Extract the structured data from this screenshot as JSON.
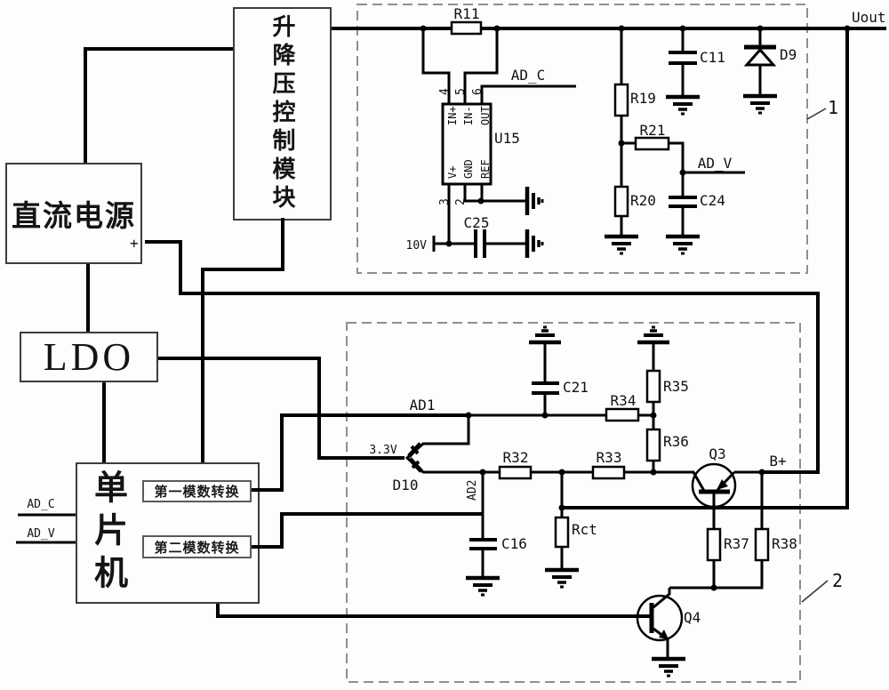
{
  "figure": {
    "type": "patent-circuit-schematic",
    "background": "#fdfdfc",
    "wire_color": "#000000",
    "dashed_section_color": "#8f8f8f"
  },
  "blocks": {
    "dc_supply": "直流电源",
    "buck_boost": "升降压控制模块",
    "ldo": "LDO",
    "mcu": "单片机",
    "adc1": "第一模数转换",
    "adc2": "第二模数转换"
  },
  "sections": {
    "s1": "1",
    "s2": "2"
  },
  "nets": {
    "uout": "Uout",
    "b_plus": "B+",
    "plus": "+",
    "v10": "10V",
    "v33": "3.3V",
    "ad_c_top": "AD_C",
    "ad_v_top": "AD_V",
    "ad_c_left": "AD_C",
    "ad_v_left": "AD_V",
    "ad1": "AD1",
    "ad2": "AD2"
  },
  "components": {
    "r11": "R11",
    "u15": "U15",
    "c25": "C25",
    "r19": "R19",
    "r20": "R20",
    "r21": "R21",
    "c11": "C11",
    "c24": "C24",
    "d9": "D9",
    "c21": "C21",
    "r34": "R34",
    "r35": "R35",
    "r36": "R36",
    "r32": "R32",
    "r33": "R33",
    "rct": "Rct",
    "c16": "C16",
    "d10": "D10",
    "q3": "Q3",
    "q4": "Q4",
    "r37": "R37",
    "r38": "R38"
  },
  "u15_pins": {
    "p4": "4",
    "p5": "5",
    "p6": "6",
    "p3": "3",
    "p2": "2",
    "in_p": "IN+",
    "in_m": "IN-",
    "out": "OUT",
    "v_p": "V+",
    "gnd": "GND",
    "ref": "REF"
  }
}
